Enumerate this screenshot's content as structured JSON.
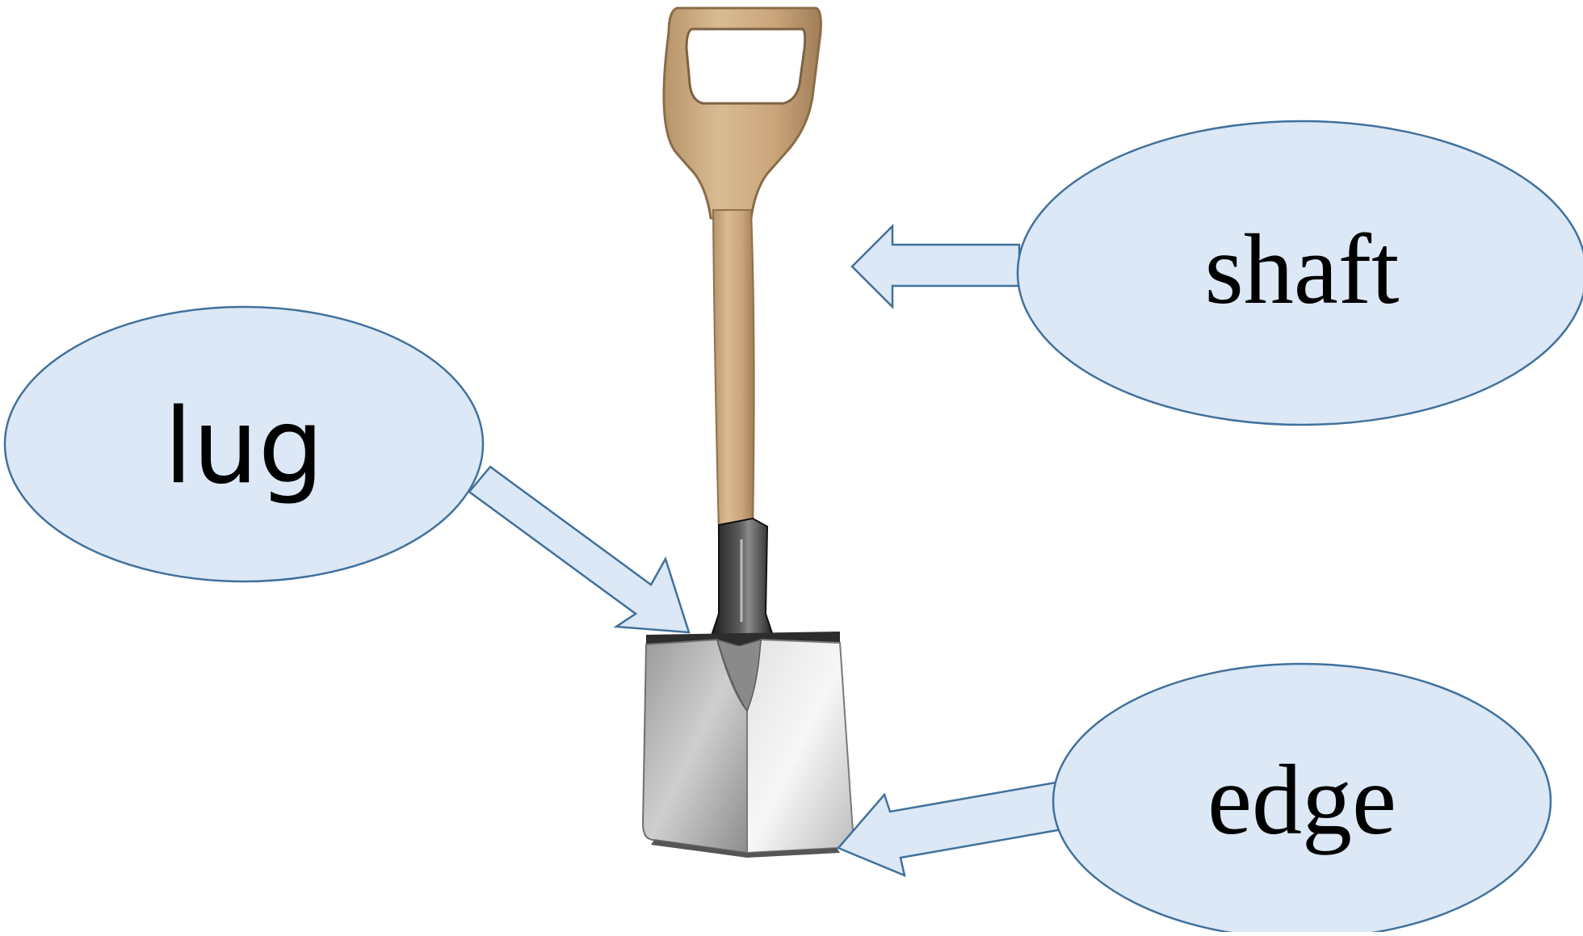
{
  "diagram": {
    "labels": {
      "shaft": "shaft",
      "lug": "lug",
      "edge": "edge"
    },
    "colors": {
      "callout_fill": "#dce8f6",
      "callout_stroke": "#41719c",
      "handle_wood": "#cfae83",
      "handle_wood_shadow": "#a88760",
      "socket_dark": "#2a2a2a",
      "blade_steel": "#c8c8c8"
    },
    "icons": {
      "tool": "spade-icon",
      "arrows": "callout-arrow-icon"
    }
  }
}
